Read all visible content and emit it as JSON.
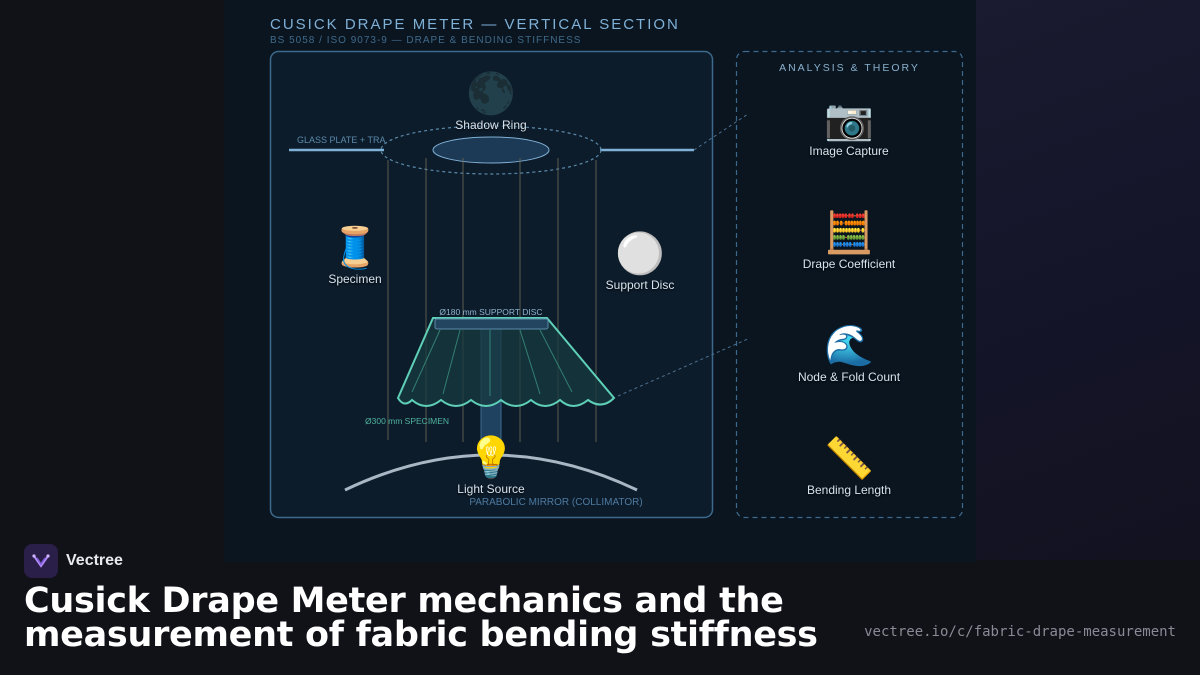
{
  "diagram": {
    "title": "CUSICK DRAPE METER — VERTICAL SECTION",
    "subtitle": "BS 5058 / ISO 9073-9 — DRAPE & BENDING STIFFNESS",
    "annotations": {
      "glass_plate": "GLASS PLATE + TRA",
      "support_disc": "Ø180 mm SUPPORT DISC",
      "specimen": "Ø300 mm SPECIMEN",
      "mirror": "PARABOLIC MIRROR (COLLIMATOR)"
    },
    "components": [
      {
        "glyph": "🌑",
        "label": "Shadow Ring",
        "icon": "new-moon-icon"
      },
      {
        "glyph": "🧵",
        "label": "Specimen",
        "icon": "thread-spool-icon"
      },
      {
        "glyph": "⚪",
        "label": "Support Disc",
        "icon": "white-circle-icon"
      },
      {
        "glyph": "💡",
        "label": "Light Source",
        "icon": "light-bulb-icon"
      }
    ]
  },
  "theory": {
    "title": "ANALYSIS & THEORY",
    "items": [
      {
        "glyph": "📷",
        "label": "Image Capture",
        "icon": "camera-icon"
      },
      {
        "glyph": "🧮",
        "label": "Drape Coefficient",
        "icon": "abacus-icon"
      },
      {
        "glyph": "🌊",
        "label": "Node & Fold Count",
        "icon": "wave-icon"
      },
      {
        "glyph": "📏",
        "label": "Bending Length",
        "icon": "ruler-icon"
      }
    ]
  },
  "footer": {
    "brand": "Vectree",
    "headline_line1": "Cusick Drape Meter mechanics and the",
    "headline_line2": "measurement of fabric bending stiffness",
    "url": "vectree.io/c/fabric-drape-measurement"
  },
  "colors": {
    "accent": "#7fb0d6",
    "fabric": "#5fd0b8",
    "frame": "#3d6a8c",
    "background": "#111118"
  }
}
